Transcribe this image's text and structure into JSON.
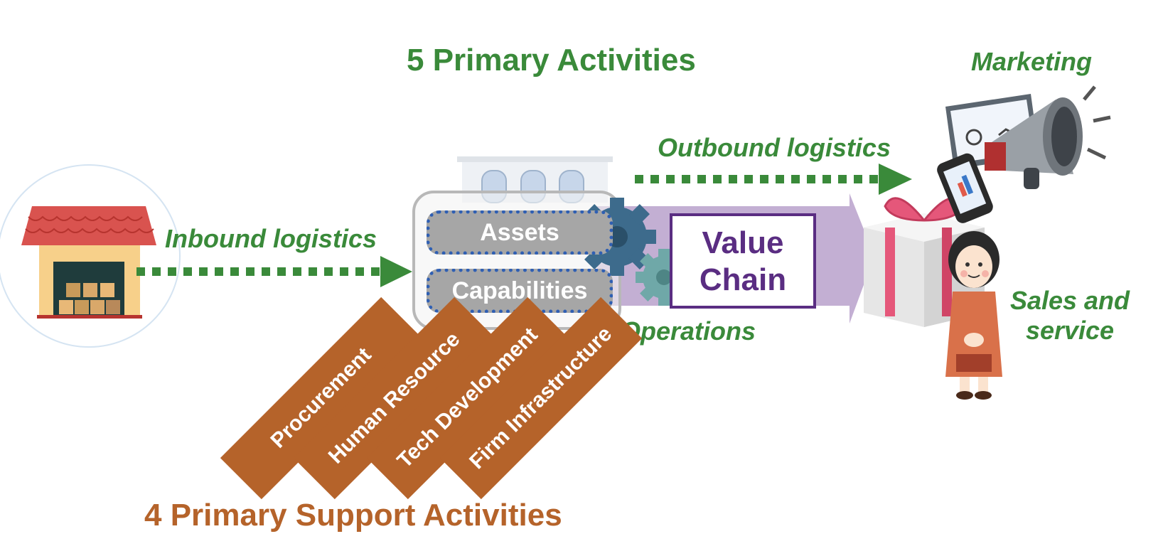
{
  "titles": {
    "primary": "5 Primary Activities",
    "support": "4 Primary Support Activities"
  },
  "labels": {
    "inbound": "Inbound logistics",
    "outbound": "Outbound logistics",
    "operations": "Operations",
    "marketing": "Marketing",
    "sales_line1": "Sales and",
    "sales_line2": "service"
  },
  "core": {
    "assets": "Assets",
    "capabilities": "Capabilities"
  },
  "value_chain": {
    "line1": "Value",
    "line2": "Chain"
  },
  "support_activities": [
    "Procurement",
    "Human Resource",
    "Tech Development",
    "Firm Infrastructure"
  ],
  "colors": {
    "primary_green": "#3a8a3a",
    "support_orange": "#b5632a",
    "value_chain_purple": "#5a2d82",
    "arrow_lavender": "#c3afd3",
    "pill_gray": "#a6a6a6",
    "pill_border_blue": "#2f5fb3"
  },
  "icons": [
    "warehouse-icon",
    "building-icon",
    "gear-icon",
    "gift-box-icon",
    "megaphone-icon",
    "laptop-icon",
    "phone-icon",
    "saleswoman-icon"
  ]
}
